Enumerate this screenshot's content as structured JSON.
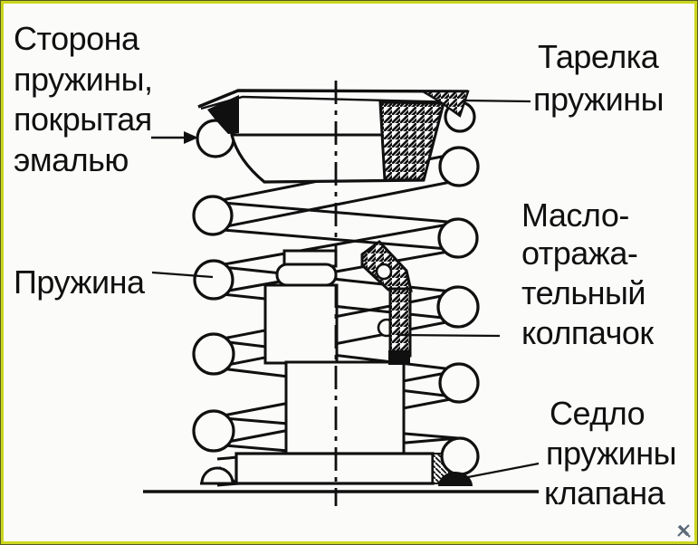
{
  "page": {
    "kind": "scanned technical diagram, valve spring assembly",
    "colors": {
      "border": "#cbd71e",
      "border_outer": "#565a24",
      "background": "#fbfbfa",
      "ink": "#101010",
      "corner_icon": "#5d6b79"
    }
  },
  "diagram": {
    "labels": {
      "enamel_side": [
        "Сторона",
        "пружины,",
        "покрытая",
        "эмалью"
      ],
      "plate": [
        "Тарелка",
        "пружины"
      ],
      "spring": [
        "Пружина"
      ],
      "oil_cap": [
        "Масло-",
        "отража-",
        "тельный",
        "колпачок"
      ],
      "seat": [
        "Седло",
        "пружины",
        "клапана"
      ]
    },
    "parts_depicted": [
      "enamel-coated spring end",
      "spring retainer plate",
      "coil spring",
      "oil deflector cap",
      "valve spring seat"
    ],
    "icons": {
      "corner": "tools-icon"
    }
  }
}
